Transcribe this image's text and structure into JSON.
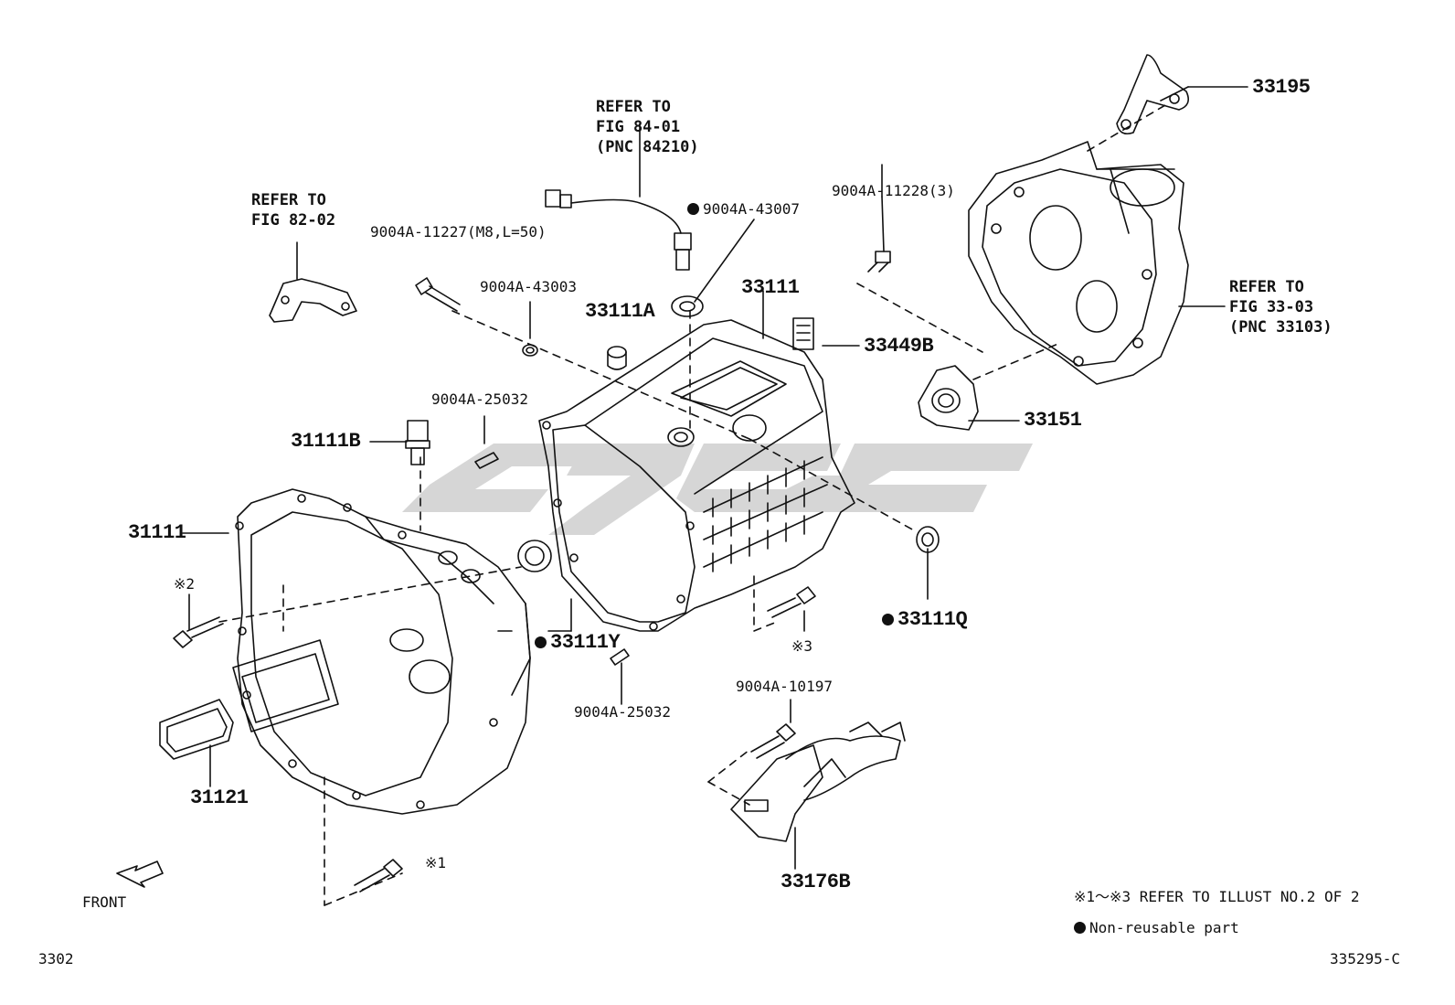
{
  "labels": {
    "p33195": "33195",
    "p33111": "33111",
    "p33111A": "33111A",
    "p33449B": "33449B",
    "p33151": "33151",
    "p31111B": "31111B",
    "p31111": "31111",
    "p33111Y": "33111Y",
    "p33111Q": "33111Q",
    "p31121": "31121",
    "p33176B": "33176B",
    "b11227": "9004A-11227(M8,L=50)",
    "b43003": "9004A-43003",
    "b43007": "9004A-43007",
    "b11228": "9004A-11228(3)",
    "b25032_top": "9004A-25032",
    "b25032_bot": "9004A-25032",
    "b10197": "9004A-10197",
    "mark1": "※1",
    "mark2": "※2",
    "mark3": "※3"
  },
  "refs": {
    "fig82_line1": "REFER TO",
    "fig82_line2": "FIG 82-02",
    "fig84_line1": "REFER TO",
    "fig84_line2": "FIG 84-01",
    "fig84_line3": "(PNC 84210)",
    "fig33_line1": "REFER TO",
    "fig33_line2": "FIG 33-03",
    "fig33_line3": "(PNC 33103)"
  },
  "legend": {
    "note": "※1～※3 REFER TO ILLUST NO.2 OF 2",
    "nonreusable": "Non-reusable part"
  },
  "footer": {
    "front": "FRONT",
    "page_code": "3302",
    "illust_code": "335295-C"
  }
}
